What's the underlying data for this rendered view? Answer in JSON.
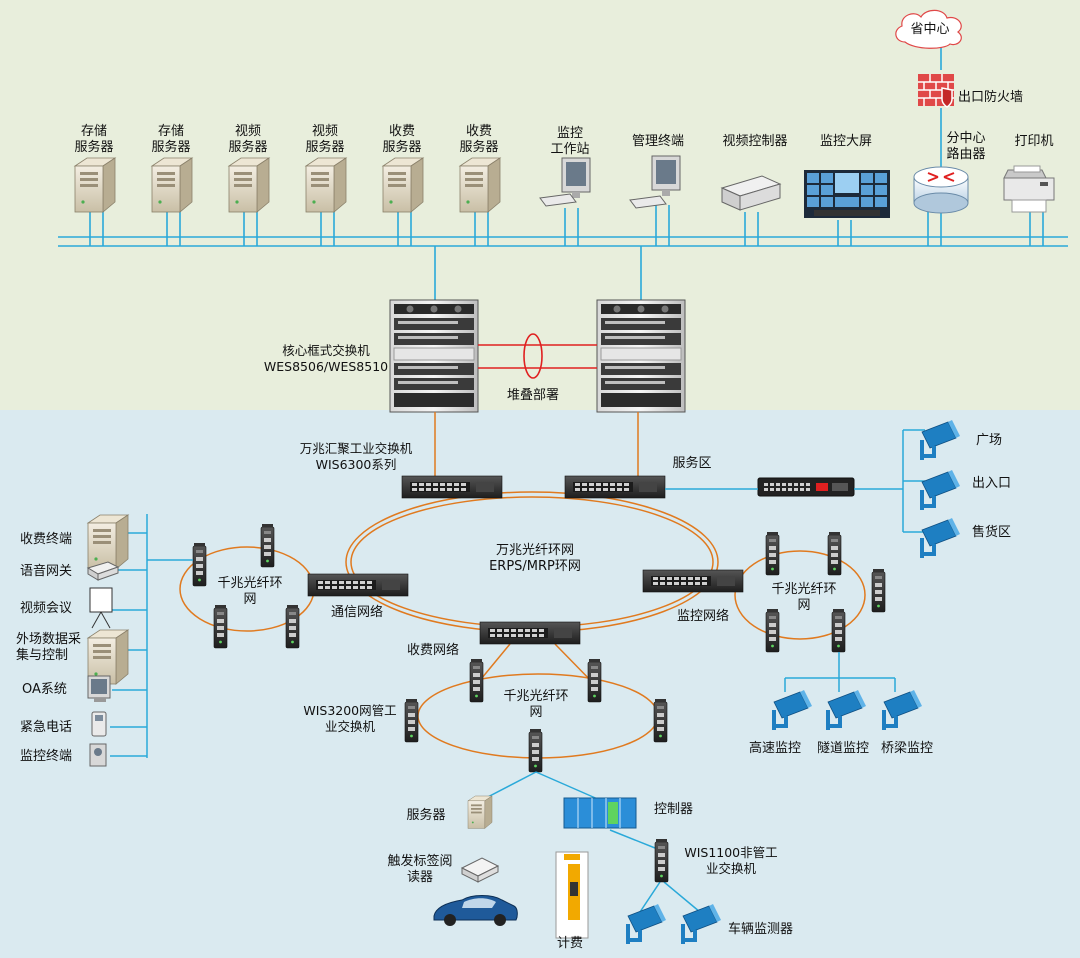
{
  "colors": {
    "top_bg": "#e8eedc",
    "bottom_bg": "#daeaf0",
    "bus_line": "#2aa9d9",
    "fiber_ring": "#e07a1f",
    "stack_link": "#e02020"
  },
  "top": {
    "cloud": "省中心",
    "firewall": "出口防火墙",
    "router": "分中心\n路由器",
    "printer": "打印机",
    "servers": [
      "存储\n服务器",
      "存储\n服务器",
      "视频\n服务器",
      "视频\n服务器",
      "收费\n服务器",
      "收费\n服务器"
    ],
    "workstation": "监控\n工作站",
    "mgmt_terminal": "管理终端",
    "video_controller": "视频控制器",
    "video_wall": "监控大屏"
  },
  "core": {
    "label": "核心框式交换机\nWES8506/WES8510",
    "stack": "堆叠部署"
  },
  "aggregation": {
    "label": "万兆汇聚工业交换机\nWIS6300系列",
    "service_zone": "服务区",
    "main_ring": "万兆光纤环网\nERPS/MRP环网",
    "comm_network": "通信网络",
    "monitor_network": "监控网络",
    "toll_network": "收费网络"
  },
  "service_area": [
    "广场",
    "出入口",
    "售货区"
  ],
  "left_terminals": [
    "收费终端",
    "语音网关",
    "视频会议",
    "外场数据采\n集与控制",
    "OA系统",
    "紧急电话",
    "监控终端"
  ],
  "gigabit_ring": "千兆光纤环\n网",
  "monitor_cams": [
    "高速监控",
    "隧道监控",
    "桥梁监控"
  ],
  "toll": {
    "wis3200": "WIS3200网管工\n业交换机",
    "server": "服务器",
    "reader": "触发标签阅\n读器",
    "billing": "计费",
    "controller": "控制器",
    "wis1100": "WIS1100非管工\n业交换机",
    "vehicle": "车辆监测器"
  }
}
